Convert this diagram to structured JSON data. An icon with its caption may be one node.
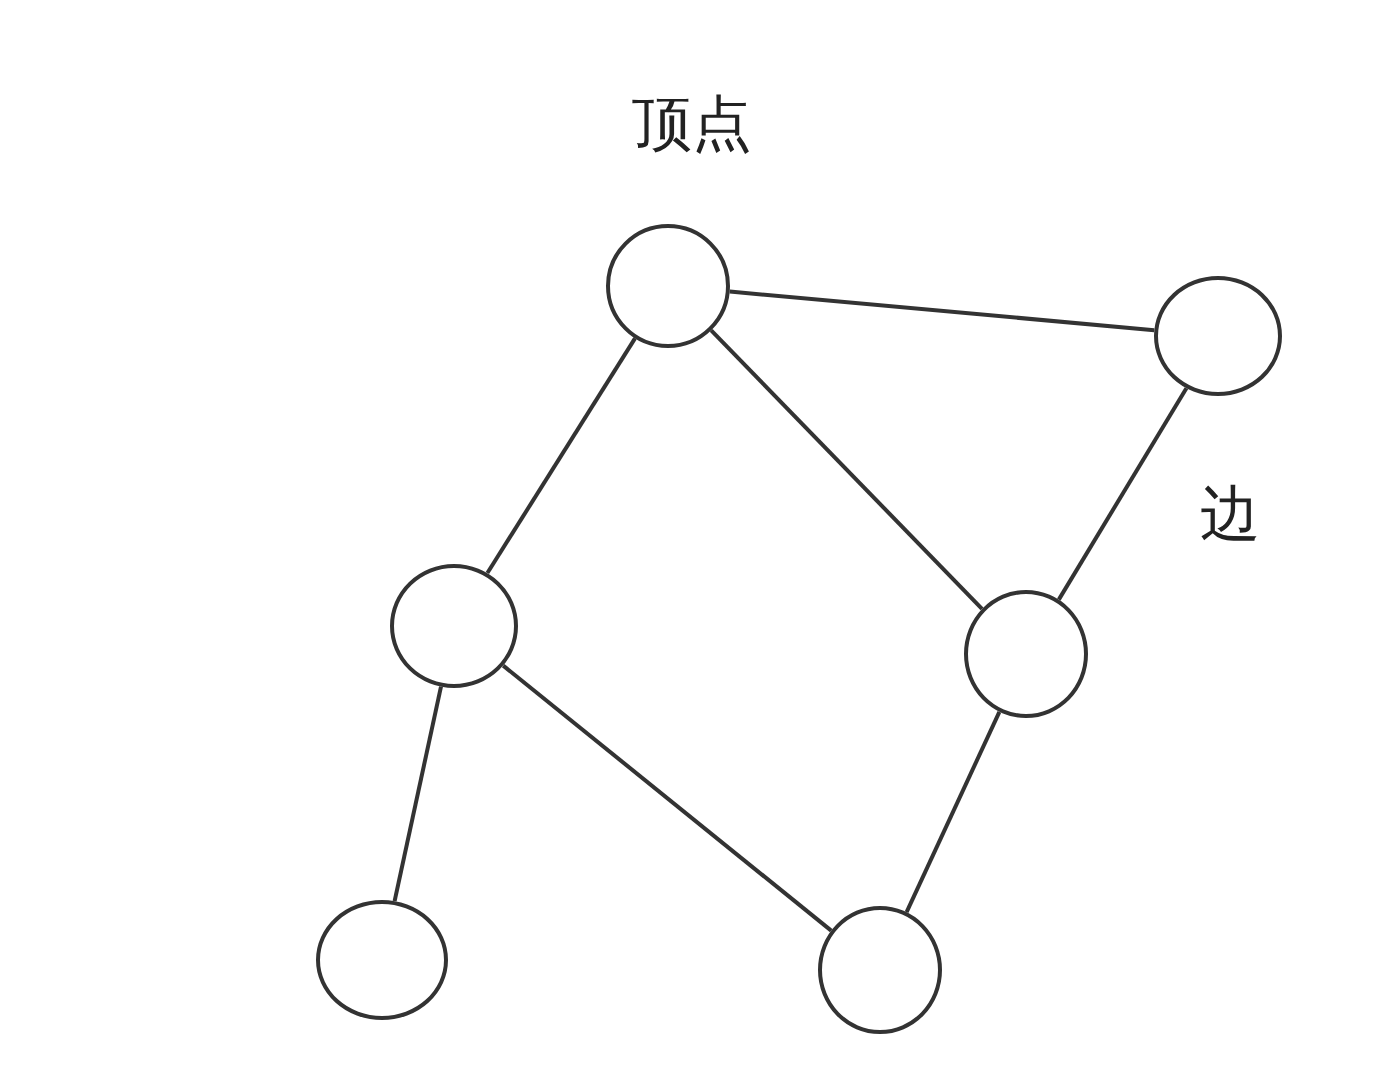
{
  "diagram": {
    "nodes": [
      {
        "text": [],
        "shape": "circle"
      },
      {
        "text": [],
        "shape": "circle"
      },
      {
        "text": [],
        "shape": "circle"
      },
      {
        "text": [],
        "shape": "circle"
      },
      {
        "text": [],
        "shape": "circle"
      },
      {
        "text": [],
        "shape": "circle"
      }
    ],
    "edges": [
      {
        "from": 0,
        "to": 1,
        "arrow": "none"
      },
      {
        "from": 0,
        "to": 2,
        "arrow": "none"
      },
      {
        "from": 0,
        "to": 3,
        "arrow": "none"
      },
      {
        "from": 1,
        "to": 3,
        "arrow": "none"
      },
      {
        "from": 2,
        "to": 4,
        "arrow": "none"
      },
      {
        "from": 2,
        "to": 5,
        "arrow": "none"
      },
      {
        "from": 3,
        "to": 5,
        "arrow": "none"
      }
    ],
    "labels": [
      "顶点",
      "边"
    ]
  }
}
